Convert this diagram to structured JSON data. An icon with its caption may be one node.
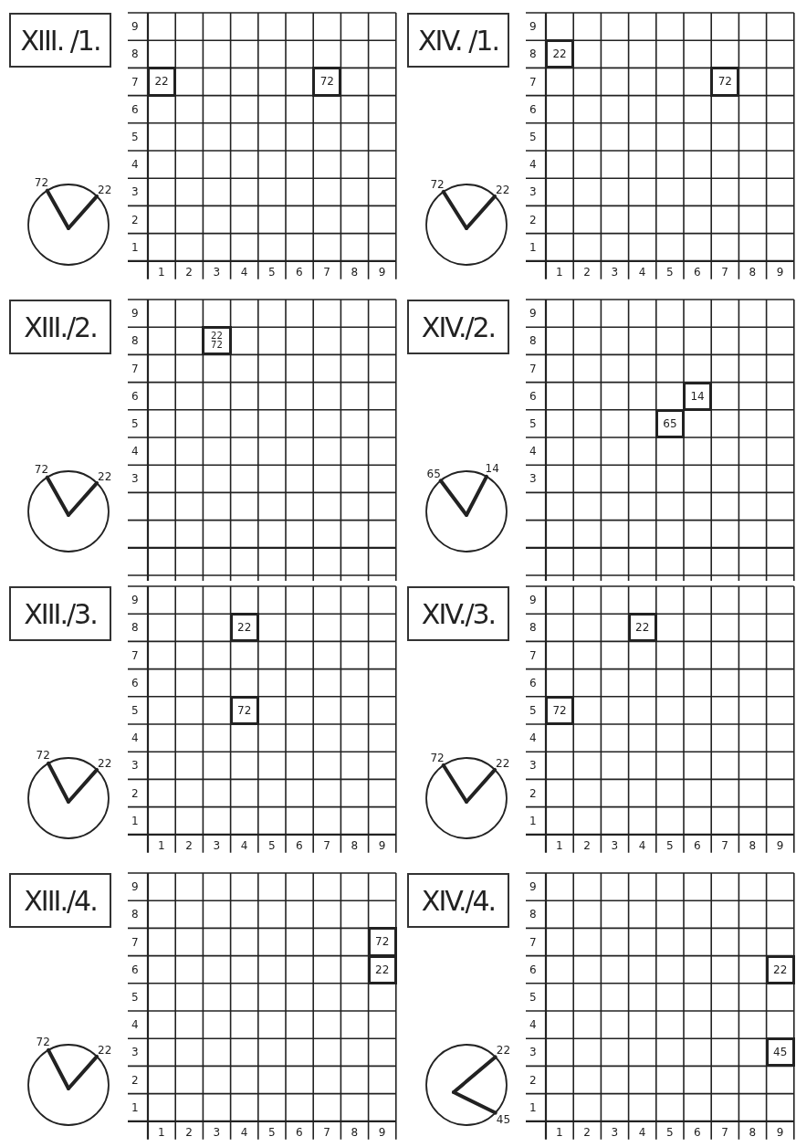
{
  "diagram": {
    "nodes": [
      {
        "text": [
          "XIII. /1."
        ]
      },
      {
        "text": [
          "22"
        ]
      },
      {
        "text": [
          "72"
        ]
      },
      {
        "text": [
          "XIV. /1."
        ]
      },
      {
        "text": [
          "22"
        ]
      },
      {
        "text": [
          "72"
        ]
      },
      {
        "text": [
          "XIII./2."
        ]
      },
      {
        "text": [
          "22",
          "72"
        ]
      },
      {
        "text": [
          "XIV./2."
        ]
      },
      {
        "text": [
          "14"
        ]
      },
      {
        "text": [
          "65"
        ]
      },
      {
        "text": [
          "XIII./3."
        ]
      },
      {
        "text": [
          "22"
        ]
      },
      {
        "text": [
          "72"
        ]
      },
      {
        "text": [
          "XIV./3."
        ]
      },
      {
        "text": [
          "22"
        ]
      },
      {
        "text": [
          "72"
        ]
      },
      {
        "text": [
          "XIII./4."
        ]
      },
      {
        "text": [
          "72"
        ]
      },
      {
        "text": [
          "22"
        ]
      },
      {
        "text": [
          "XIV./4."
        ]
      },
      {
        "text": [
          "22"
        ]
      },
      {
        "text": [
          "45"
        ]
      }
    ],
    "labels": [
      "72",
      "22",
      "9",
      "8",
      "7",
      "6",
      "5",
      "4",
      "3",
      "2",
      "1",
      "1",
      "2",
      "3",
      "4",
      "5",
      "6",
      "7",
      "8",
      "9",
      "72",
      "22",
      "9",
      "8",
      "7",
      "6",
      "5",
      "4",
      "3",
      "2",
      "1",
      "1",
      "2",
      "3",
      "4",
      "5",
      "6",
      "7",
      "8",
      "9",
      "72",
      "22",
      "9",
      "8",
      "7",
      "6",
      "5",
      "4",
      "3",
      "65",
      "14",
      "9",
      "8",
      "7",
      "6",
      "5",
      "4",
      "3",
      "72",
      "22",
      "9",
      "8",
      "7",
      "6",
      "5",
      "4",
      "3",
      "2",
      "1",
      "1",
      "2",
      "3",
      "4",
      "5",
      "6",
      "7",
      "8",
      "9",
      "72",
      "22",
      "9",
      "8",
      "7",
      "6",
      "5",
      "4",
      "3",
      "2",
      "1",
      "1",
      "2",
      "3",
      "4",
      "5",
      "6",
      "7",
      "8",
      "9",
      "72",
      "22",
      "9",
      "8",
      "7",
      "6",
      "5",
      "4",
      "3",
      "2",
      "1",
      "1",
      "2",
      "3",
      "4",
      "5",
      "6",
      "7",
      "8",
      "9",
      "22",
      "45",
      "9",
      "8",
      "7",
      "6",
      "5",
      "4",
      "3",
      "2",
      "1",
      "1",
      "2",
      "3",
      "4",
      "5",
      "6",
      "7",
      "8",
      "9"
    ]
  }
}
